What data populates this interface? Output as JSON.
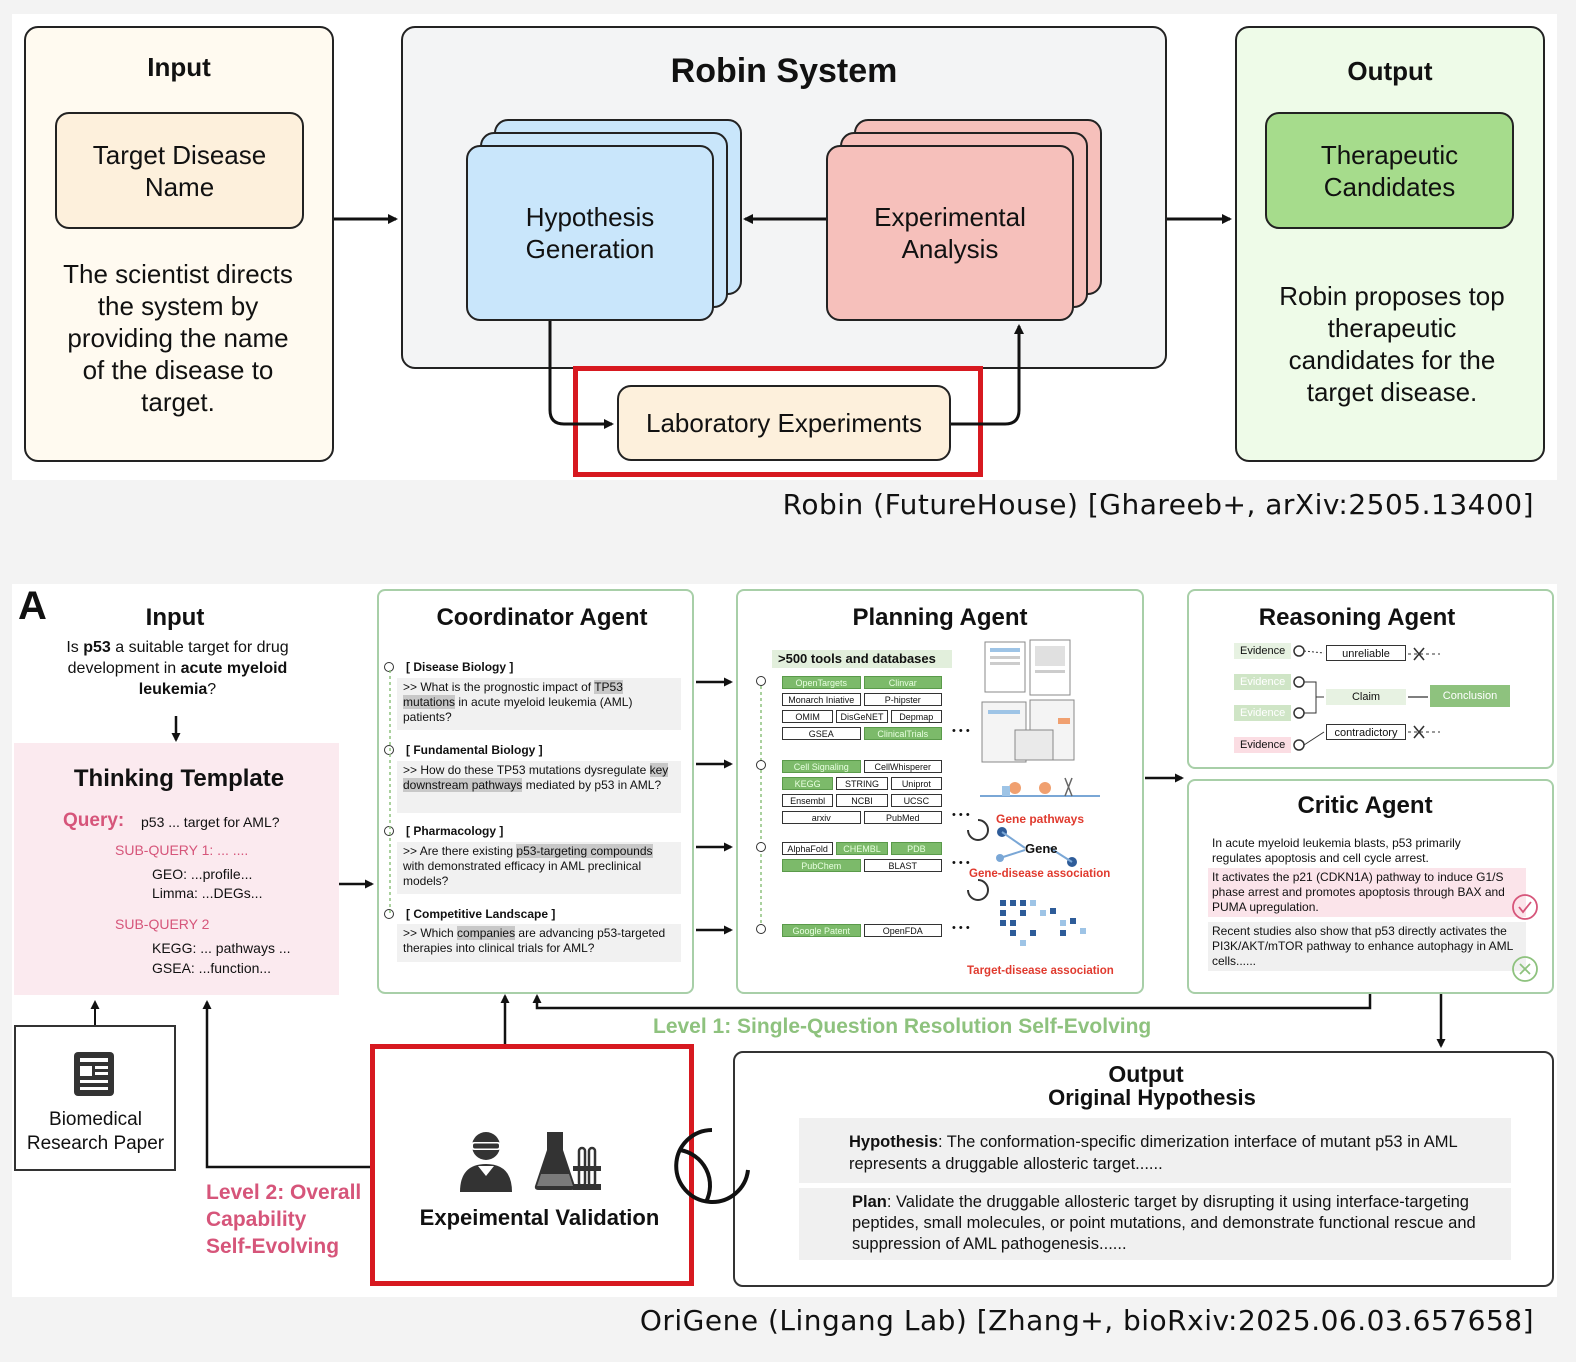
{
  "robin": {
    "input": {
      "title": "Input",
      "box": "Target Disease Name",
      "desc": "The scientist directs the system by providing the name of the disease to target."
    },
    "system": {
      "title": "Robin System",
      "hypothesis": "Hypothesis Generation",
      "analysis": "Experimental Analysis",
      "lab": "Laboratory Experiments"
    },
    "output": {
      "title": "Output",
      "box": "Therapeutic Candidates",
      "desc": "Robin proposes top therapeutic candidates for the target disease."
    },
    "caption": "Robin (FutureHouse) [Ghareeb+, arXiv:2505.13400]"
  },
  "origene": {
    "panel_letter": "A",
    "input": {
      "title": "Input",
      "question_parts": [
        "Is ",
        "p53",
        " a suitable target for drug development in ",
        "acute myeloid leukemia",
        "?"
      ]
    },
    "thinking": {
      "title": "Thinking Template",
      "query_label": "Query:",
      "query": "p53 ... target for AML?",
      "sub1": "SUB-QUERY 1:  ... ....",
      "geo": "GEO:  ...profile...",
      "limma": "Limma: ...DEGs...",
      "sub2": "SUB-QUERY 2",
      "kegg": "KEGG: ... pathways ...",
      "gsea": "GSEA: ...function..."
    },
    "paper": "Biomedical Research Paper",
    "coordinator": {
      "title": "Coordinator Agent",
      "items": [
        {
          "head": "[ Disease Biology ]",
          "pre": ">> What is the  prognostic impact of ",
          "hl": "TP53 mutations",
          "post": " in acute myeloid leukemia (AML) patients?"
        },
        {
          "head": "[ Fundamental Biology ]",
          "pre": ">> How do these TP53 mutations dysregulate ",
          "hl": "key downstream pathways",
          "post": " mediated by p53 in AML?"
        },
        {
          "head": "[ Pharmacology ]",
          "pre": ">> Are there existing ",
          "hl": "p53-targeting compounds",
          "post": " with demonstrated efficacy in AML preclinical models?"
        },
        {
          "head": "[ Competitive Landscape ]",
          "pre": ">> Which ",
          "hl": "companies",
          "post": " are advancing p53-targeted  therapies into clinical trials for AML?"
        }
      ]
    },
    "planning": {
      "title": "Planning Agent",
      "tools_label": ">500 tools and databases",
      "group1": [
        [
          "OpenTargets",
          "Clinvar"
        ],
        [
          "Monarch Iniative",
          "P-hipster"
        ],
        [
          "OMIM",
          "DisGeNET",
          "Depmap"
        ],
        [
          "GSEA",
          "ClinicalTrials"
        ]
      ],
      "group2": [
        [
          "Cell Signaling",
          "CellWhisperer"
        ],
        [
          "KEGG",
          "STRING",
          "Uniprot"
        ],
        [
          "Ensembl",
          "NCBI",
          "UCSC"
        ],
        [
          "arxiv",
          "PubMed"
        ]
      ],
      "group3": [
        [
          "AlphaFold",
          "CHEMBL",
          "PDB"
        ],
        [
          "PubChem",
          "BLAST"
        ]
      ],
      "group4": [
        [
          "Google Patent",
          "OpenFDA"
        ]
      ],
      "ellipsis": "• • •",
      "gene_pathways": "Gene pathways",
      "gene": "Gene",
      "gene_disease": "Gene-disease association",
      "target_disease": "Target-disease association"
    },
    "reasoning": {
      "title": "Reasoning Agent",
      "evidence": "Evidence",
      "unreliable": "unreliable",
      "claim": "Claim",
      "contradictory": "contradictory",
      "conclusion": "Conclusion"
    },
    "critic": {
      "title": "Critic Agent",
      "p1": "In acute myeloid leukemia blasts, p53 primarily regulates apoptosis and cell cycle arrest.",
      "p2": "It activates the p21 (CDKN1A) pathway to induce G1/S phase arrest and promotes apoptosis through BAX and PUMA upregulation.",
      "p3": "Recent studies also show that p53 directly activates the PI3K/AKT/mTOR pathway to enhance autophagy in AML cells......"
    },
    "level1": "Level 1: Single-Question Resolution Self-Evolving",
    "level2": [
      "Level 2: Overall",
      "Capability",
      "Self-Evolving"
    ],
    "validation": "Expeimental Validation",
    "output": {
      "title": "Output",
      "subtitle": "Original Hypothesis",
      "hyp_label": "Hypothesis",
      "hyp_text": ": The conformation-specific dimerization interface of mutant p53 in AML represents a druggable allosteric target......",
      "plan_label": "Plan",
      "plan_text": ": Validate the druggable allosteric target by disrupting it using interface-targeting peptides, small molecules, or point mutations, and demonstrate functional rescue and suppression of AML pathogenesis......"
    },
    "caption": "OriGene (Lingang Lab) [Zhang+, bioRxiv:2025.06.03.657658]"
  },
  "colors": {
    "red": "#d71920",
    "input_fill": "#fffaf0",
    "system_fill": "#f3f4f5",
    "output_fill": "#eefbe8",
    "blue_card": "#c9e6fb",
    "red_card": "#f6c0bb",
    "cream_card": "#fdf0dc",
    "green_card": "#a6dc8c",
    "pink": "#d6557a",
    "green_text": "#8ec27e"
  }
}
